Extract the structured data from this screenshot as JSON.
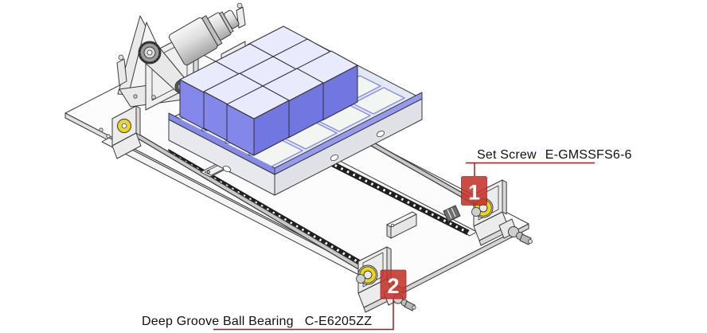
{
  "diagram": {
    "description": "Isometric CAD illustration of a belt-driven linear slide unit: drive motor with pulley belt at the rear-left, flat base plate, twin guide shafts with gear racks, a sliding table carrying nine blue boxes on a 4x4 gridded pallet, and pillow-block bearings with yellow seals at each shaft end.",
    "badge_color": "#c5342c",
    "badge_border_color": "#8f1410",
    "leader_color": "#a31c1c",
    "callouts": [
      {
        "number": "1",
        "name": "Set Screw",
        "part_number": "E-GMSSFS6-6"
      },
      {
        "number": "2",
        "name": "Deep Groove Ball Bearing",
        "part_number": "C-E6205ZZ"
      }
    ],
    "colors": {
      "outline": "#3a3a3a",
      "base_plate": "#fcfcfd",
      "box_top": "#e9eafb",
      "box_left": "#8487ea",
      "box_right": "#7276e0",
      "pallet_trim_blue": "#8489ea",
      "pallet_cell": "#f3f5f1",
      "bearing_seal_yellow": "#f0d800",
      "rack_dark": "#1f1f1f",
      "metal_light": "#ececec",
      "metal_mid": "#d6d6d6"
    },
    "components": [
      "drive motor",
      "motor mount bracket",
      "belt and pulleys",
      "base plate",
      "guide shafts",
      "gear racks",
      "slide table with gridded pallet",
      "blue boxes (9)",
      "pillow block bearings (4)",
      "shaft couplings",
      "sensor plate"
    ]
  }
}
